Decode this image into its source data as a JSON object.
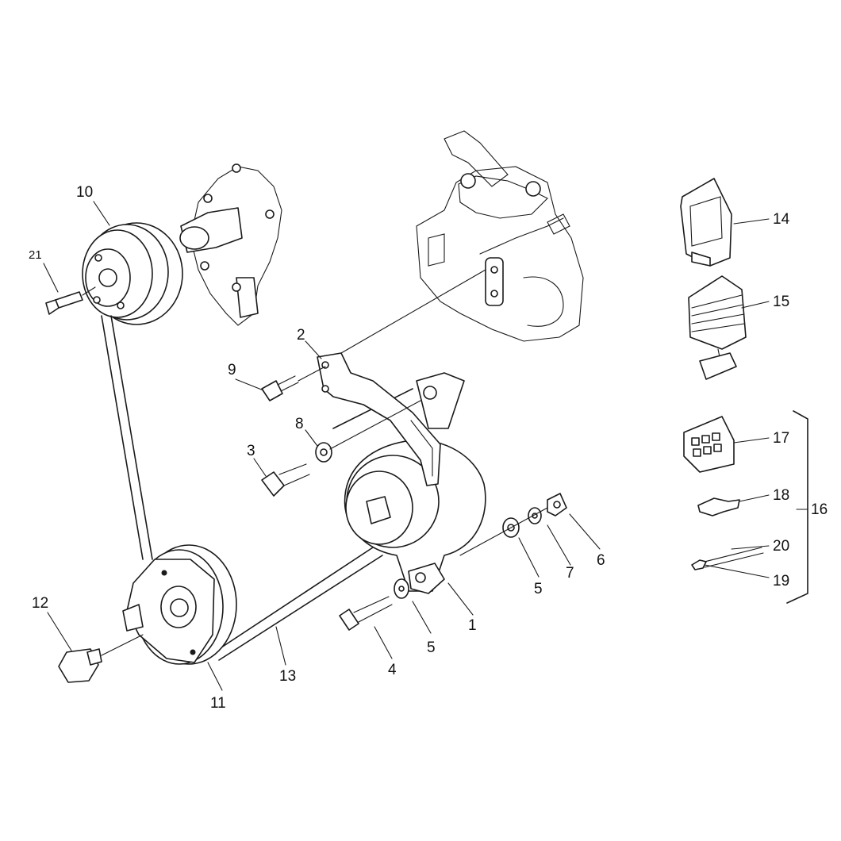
{
  "diagram": {
    "callouts": [
      "1",
      "2",
      "3",
      "4",
      "5",
      "5",
      "6",
      "7",
      "8",
      "9",
      "10",
      "11",
      "12",
      "13",
      "14",
      "15",
      "16",
      "17",
      "18",
      "19",
      "20",
      "21"
    ]
  },
  "colors": {
    "line": "#1a1a1a",
    "background": "#ffffff"
  }
}
